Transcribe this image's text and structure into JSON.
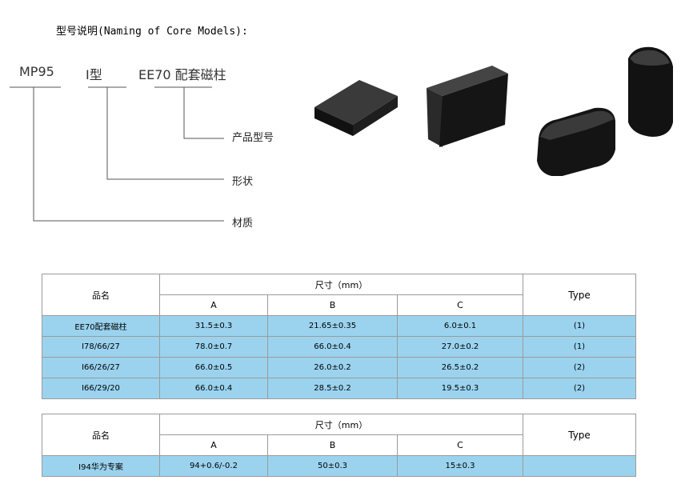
{
  "heading": "型号说明(Naming of Core Models):",
  "naming": {
    "material_code": "MP95",
    "shape_code": "I型",
    "product_code": "EE70 配套磁柱",
    "label_product_model": "产品型号",
    "label_shape": "形状",
    "label_material": "材质"
  },
  "images": [
    "rectangular-flat-core",
    "tilted-rectangular-core",
    "rounded-bar-cores"
  ],
  "table1": {
    "headers": {
      "name": "品名",
      "size": "尺寸（mm）",
      "a": "A",
      "b": "B",
      "c": "C",
      "type": "Type"
    },
    "rows": [
      {
        "name": "EE70配套磁柱",
        "a": "31.5±0.3",
        "b": "21.65±0.35",
        "c": "6.0±0.1",
        "type": "(1)"
      },
      {
        "name": "I78/66/27",
        "a": "78.0±0.7",
        "b": "66.0±0.4",
        "c": "27.0±0.2",
        "type": "(1)"
      },
      {
        "name": "I66/26/27",
        "a": "66.0±0.5",
        "b": "26.0±0.2",
        "c": "26.5±0.2",
        "type": "(2)"
      },
      {
        "name": "I66/29/20",
        "a": "66.0±0.4",
        "b": "28.5±0.2",
        "c": "19.5±0.3",
        "type": "(2)"
      }
    ]
  },
  "table2": {
    "headers": {
      "name": "品名",
      "size": "尺寸（mm）",
      "a": "A",
      "b": "B",
      "c": "C",
      "type": "Type"
    },
    "rows": [
      {
        "name": "I94华为专案",
        "a": "94+0.6/-0.2",
        "b": "50±0.3",
        "c": "15±0.3",
        "type": ""
      }
    ]
  },
  "colors": {
    "row_fill": "#9bd3ef",
    "border": "#9a9a9a",
    "core": "#1a1a1a"
  }
}
